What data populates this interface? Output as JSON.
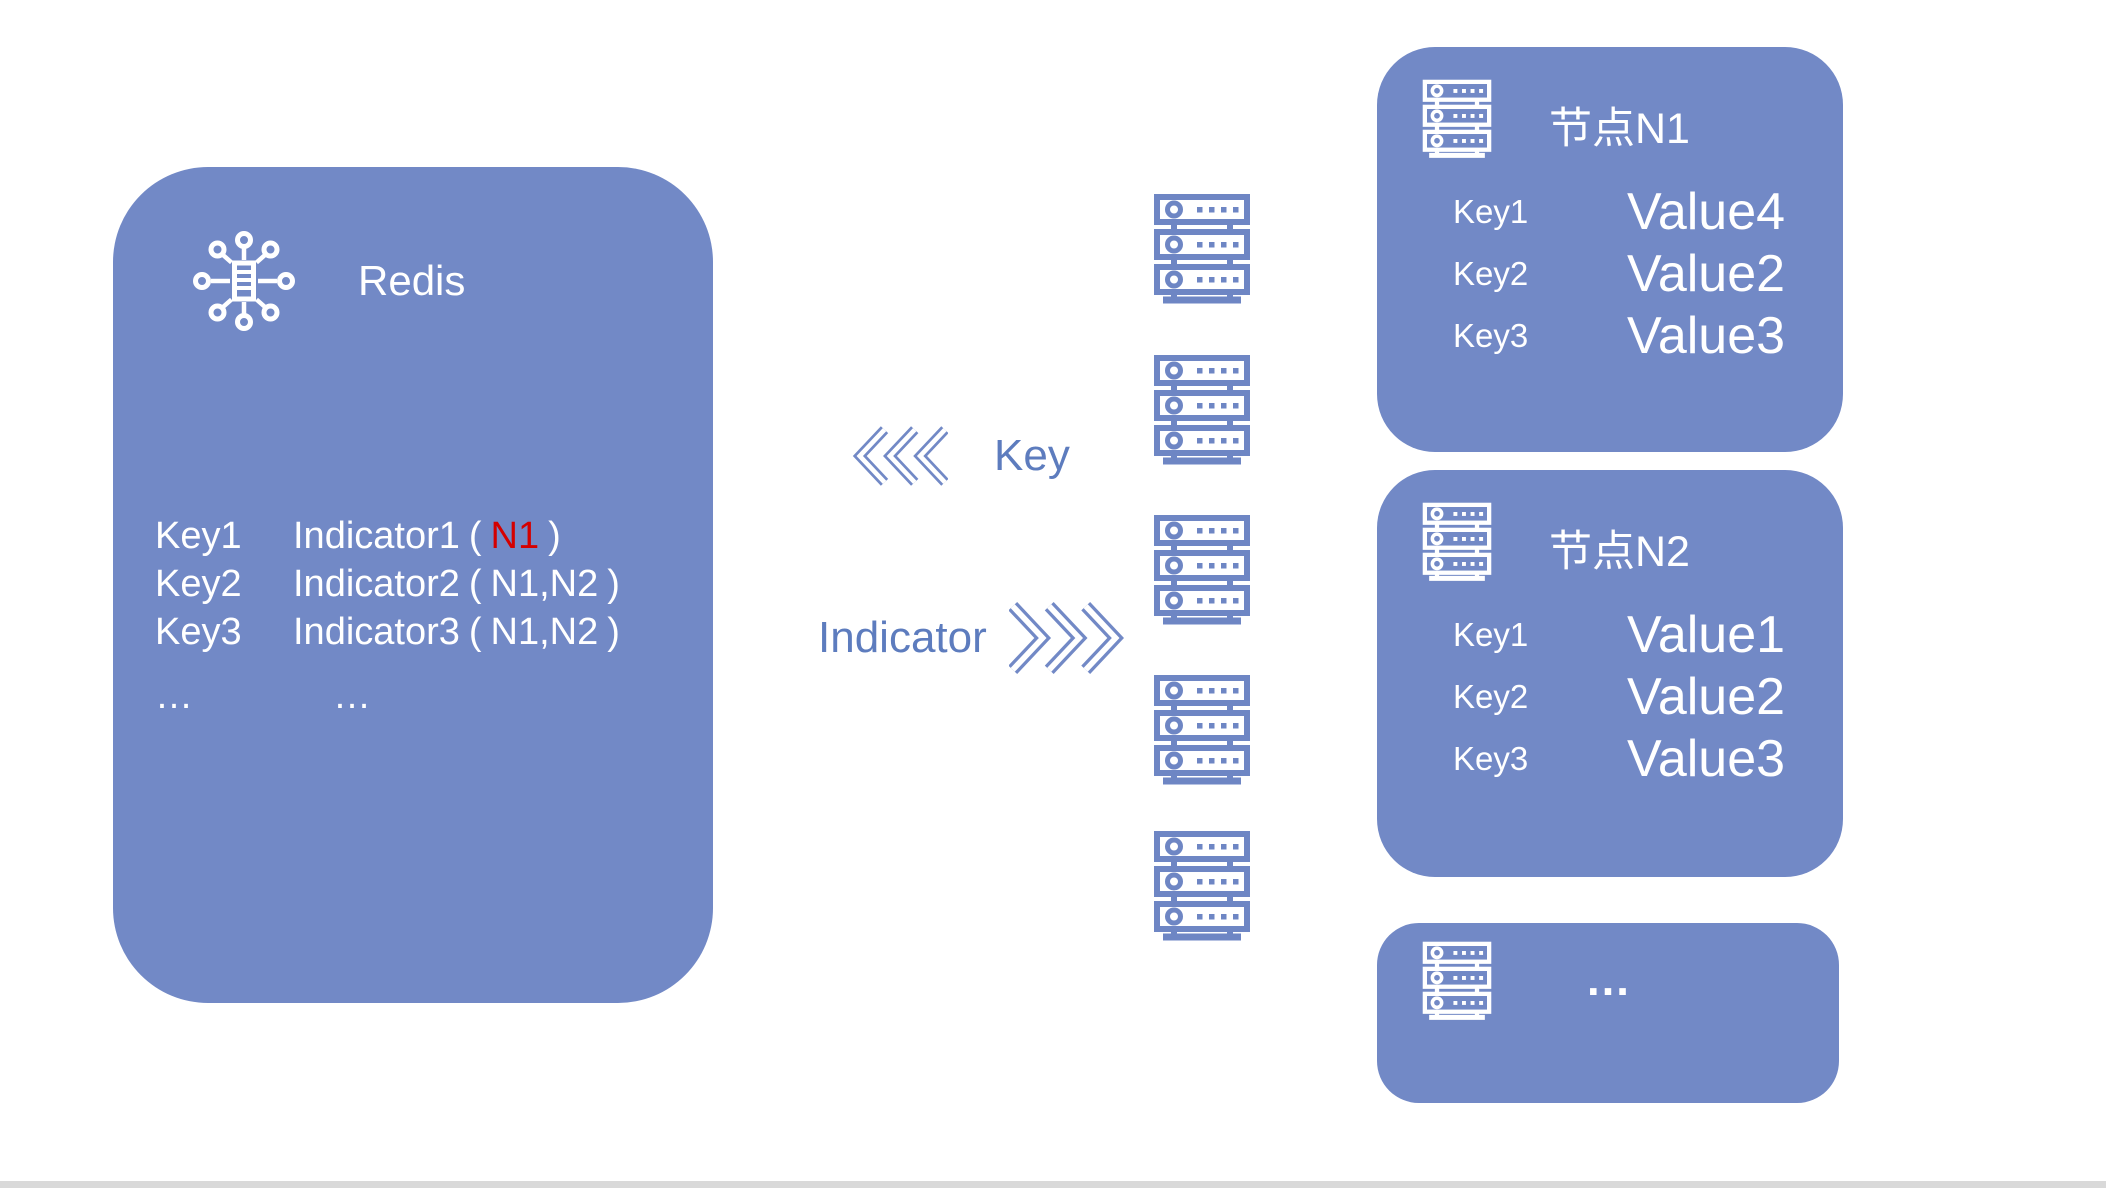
{
  "colors": {
    "box_blue": "#7289c6",
    "icon_blue": "#6e86c4",
    "arrow_label_blue": "#5d7cbe",
    "highlight_red": "#d40000",
    "text_white": "#ffffff",
    "footer_gray": "#d9d9d9"
  },
  "icons": {
    "redis": "redis-cluster-icon",
    "server": "server-rack-icon",
    "chevrons_left": "chevron-left-icon",
    "chevrons_right": "chevron-right-icon"
  },
  "redis_box": {
    "title": "Redis",
    "rows": [
      {
        "key": "Key1",
        "indicator": "Indicator1",
        "paren_open": "(",
        "inner": "N1",
        "paren_close": ")",
        "inner_red": true
      },
      {
        "key": "Key2",
        "indicator": "Indicator2",
        "paren_open": "(",
        "inner": "N1,N2",
        "paren_close": ")",
        "inner_red": false
      },
      {
        "key": "Key3",
        "indicator": "Indicator3",
        "paren_open": "(",
        "inner": "N1,N2",
        "paren_close": ")",
        "inner_red": false
      }
    ],
    "ellipsis_row": {
      "key": "…",
      "indicator": "…"
    }
  },
  "arrows": {
    "key_label": "Key",
    "indicator_label": "Indicator"
  },
  "middle_servers_count": 5,
  "nodes": [
    {
      "title": "节点N1",
      "entries": [
        {
          "key": "Key1",
          "value": "Value4",
          "red": true
        },
        {
          "key": "Key2",
          "value": "Value2",
          "red": false
        },
        {
          "key": "Key3",
          "value": "Value3",
          "red": false
        }
      ]
    },
    {
      "title": "节点N2",
      "entries": [
        {
          "key": "Key1",
          "value": "Value1",
          "red": false
        },
        {
          "key": "Key2",
          "value": "Value2",
          "red": false
        },
        {
          "key": "Key3",
          "value": "Value3",
          "red": false
        }
      ]
    }
  ],
  "more_box": {
    "label": "…"
  }
}
